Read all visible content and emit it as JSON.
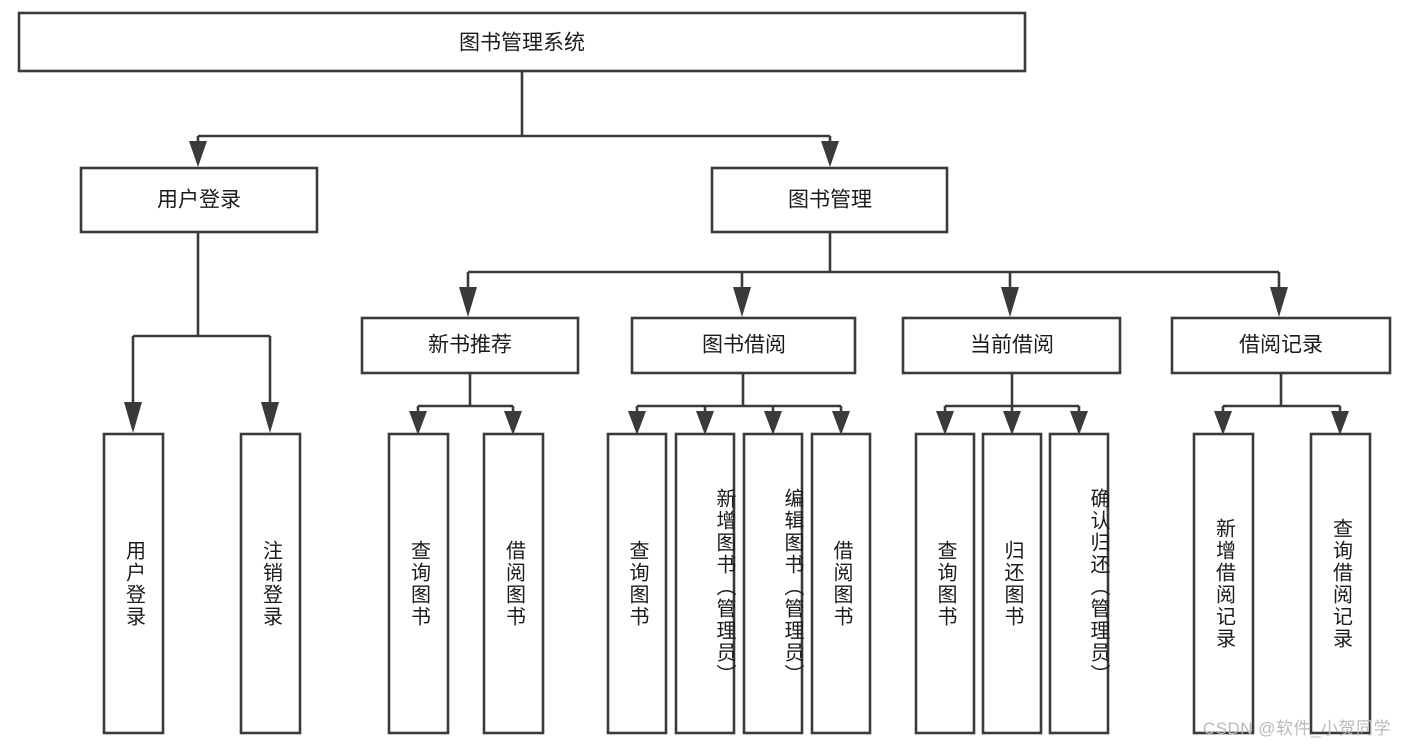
{
  "diagram": {
    "title": "图书管理系统",
    "type": "tree",
    "orientation": "top-down",
    "colors": {
      "stroke": "#3a3a3a",
      "node_fill": "#ffffff",
      "text": "#1b1b1b",
      "background": "#ffffff",
      "watermark": "#b9b9b9"
    }
  },
  "nodes": {
    "root": {
      "id": "root",
      "label": "图书管理系统",
      "level": 0,
      "orientation": "horizontal"
    },
    "level1": [
      {
        "id": "user-login",
        "label": "用户登录",
        "level": 1,
        "orientation": "horizontal"
      },
      {
        "id": "book-management",
        "label": "图书管理",
        "level": 1,
        "orientation": "horizontal"
      }
    ],
    "level2": [
      {
        "id": "new-book-recommend",
        "label": "新书推荐",
        "level": 2,
        "orientation": "horizontal",
        "parent": "book-management"
      },
      {
        "id": "book-borrow",
        "label": "图书借阅",
        "level": 2,
        "orientation": "horizontal",
        "parent": "book-management"
      },
      {
        "id": "current-borrow",
        "label": "当前借阅",
        "level": 2,
        "orientation": "horizontal",
        "parent": "book-management"
      },
      {
        "id": "borrow-record",
        "label": "借阅记录",
        "level": 2,
        "orientation": "horizontal",
        "parent": "book-management"
      }
    ],
    "leaves": [
      {
        "id": "leaf-user-login",
        "label": "用户登录",
        "parent": "user-login",
        "orientation": "vertical"
      },
      {
        "id": "leaf-logout-login",
        "label": "注销登录",
        "parent": "user-login",
        "orientation": "vertical"
      },
      {
        "id": "leaf-query-book-recommend",
        "label": "查询图书",
        "parent": "new-book-recommend",
        "orientation": "vertical"
      },
      {
        "id": "leaf-borrow-book-recommend",
        "label": "借阅图书",
        "parent": "new-book-recommend",
        "orientation": "vertical"
      },
      {
        "id": "leaf-query-book-borrow",
        "label": "查询图书",
        "parent": "book-borrow",
        "orientation": "vertical"
      },
      {
        "id": "leaf-add-book-admin",
        "label": "新增图书（管理员）",
        "parent": "book-borrow",
        "orientation": "vertical"
      },
      {
        "id": "leaf-edit-book-admin",
        "label": "编辑图书（管理员）",
        "parent": "book-borrow",
        "orientation": "vertical"
      },
      {
        "id": "leaf-borrow-book",
        "label": "借阅图书",
        "parent": "book-borrow",
        "orientation": "vertical"
      },
      {
        "id": "leaf-query-book-current",
        "label": "查询图书",
        "parent": "current-borrow",
        "orientation": "vertical"
      },
      {
        "id": "leaf-return-book",
        "label": "归还图书",
        "parent": "current-borrow",
        "orientation": "vertical"
      },
      {
        "id": "leaf-confirm-return-admin",
        "label": "确认归还（管理员）",
        "parent": "current-borrow",
        "orientation": "vertical"
      },
      {
        "id": "leaf-add-borrow-record",
        "label": "新增借阅记录",
        "parent": "borrow-record",
        "orientation": "vertical"
      },
      {
        "id": "leaf-query-borrow-record",
        "label": "查询借阅记录",
        "parent": "borrow-record",
        "orientation": "vertical"
      }
    ]
  },
  "watermark": {
    "text": "CSDN @软件_小贺同学"
  }
}
